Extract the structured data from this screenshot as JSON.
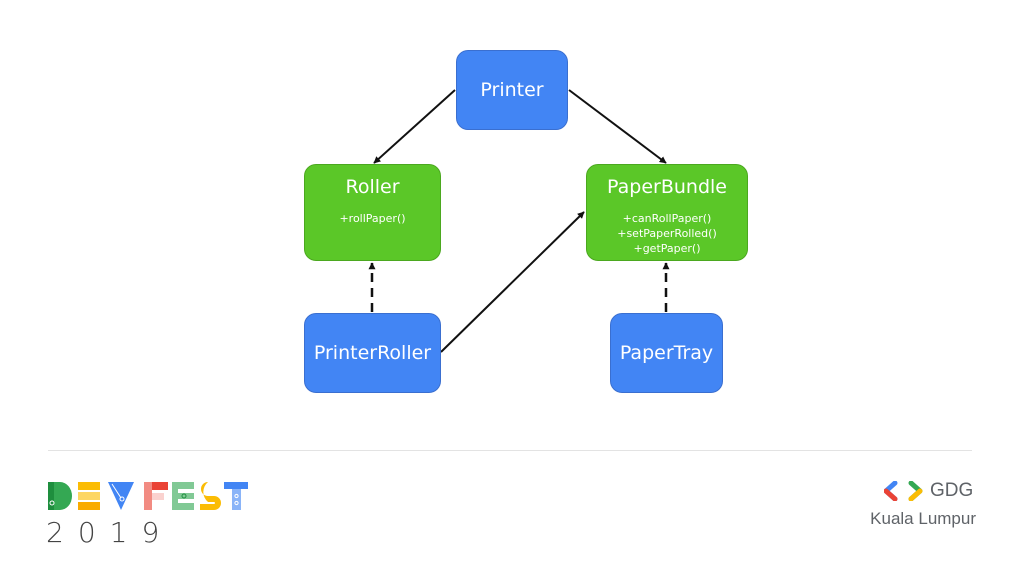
{
  "diagram": {
    "nodes": {
      "printer": {
        "title": "Printer",
        "color": "#4285f4"
      },
      "roller": {
        "title": "Roller",
        "color": "#5bc728",
        "methods": [
          "+rollPaper()"
        ]
      },
      "paper_bundle": {
        "title": "PaperBundle",
        "color": "#5bc728",
        "methods": [
          "+canRollPaper()",
          "+setPaperRolled()",
          "+getPaper()"
        ]
      },
      "printer_roller": {
        "title": "PrinterRoller",
        "color": "#4285f4"
      },
      "paper_tray": {
        "title": "PaperTray",
        "color": "#4285f4"
      }
    },
    "edges": [
      {
        "from": "Printer",
        "to": "Roller",
        "style": "solid"
      },
      {
        "from": "Printer",
        "to": "PaperBundle",
        "style": "solid"
      },
      {
        "from": "PrinterRoller",
        "to": "PaperBundle",
        "style": "solid"
      },
      {
        "from": "PrinterRoller",
        "to": "Roller",
        "style": "dashed"
      },
      {
        "from": "PaperTray",
        "to": "PaperBundle",
        "style": "dashed"
      }
    ]
  },
  "footer": {
    "event_logo": "DEVFEST",
    "event_year": "2019",
    "org_icon": "gdg-brackets-icon",
    "org_name": "GDG",
    "org_city": "Kuala Lumpur"
  }
}
